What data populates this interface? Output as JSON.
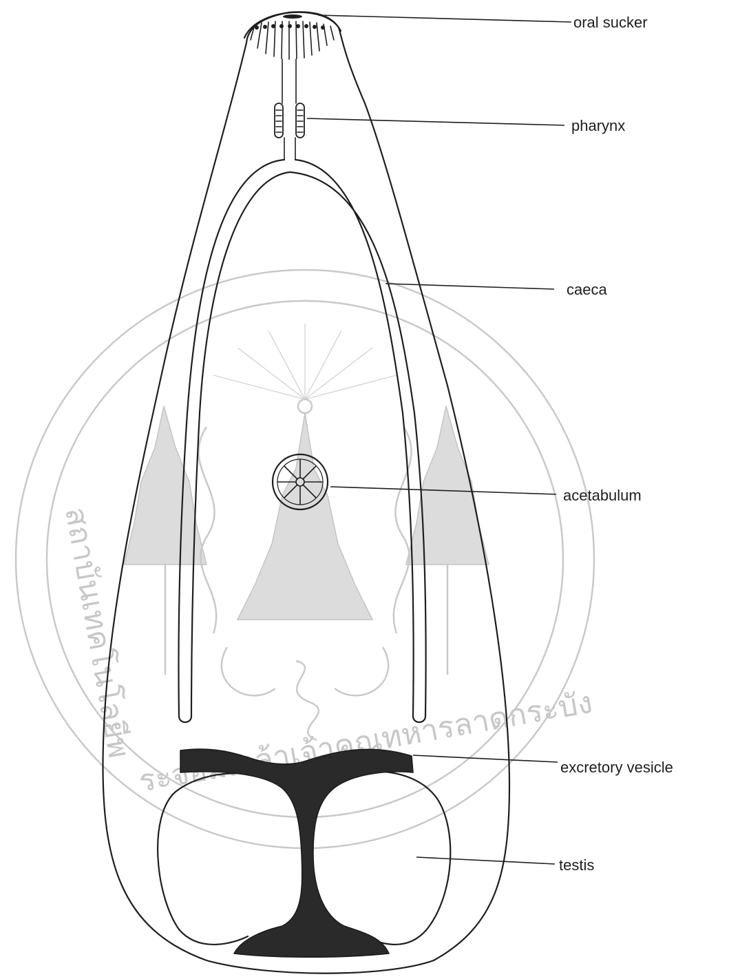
{
  "labels": {
    "oral_sucker": "oral sucker",
    "pharynx": "pharynx",
    "caeca": "caeca",
    "acetabulum": "acetabulum",
    "excretory_vesicle": "excretory vesicle",
    "testis": "testis"
  },
  "watermark": {
    "text_left": "สถาบันเทคโนโลยีพ",
    "text_bottom": "ระจอมเกล้าเจ้าคุณทหารลาดกระบัง"
  },
  "colors": {
    "line": "#1e1e1e",
    "dark_fill": "#2a2a2a",
    "watermark": "#c9c9c9",
    "background": "#ffffff"
  }
}
